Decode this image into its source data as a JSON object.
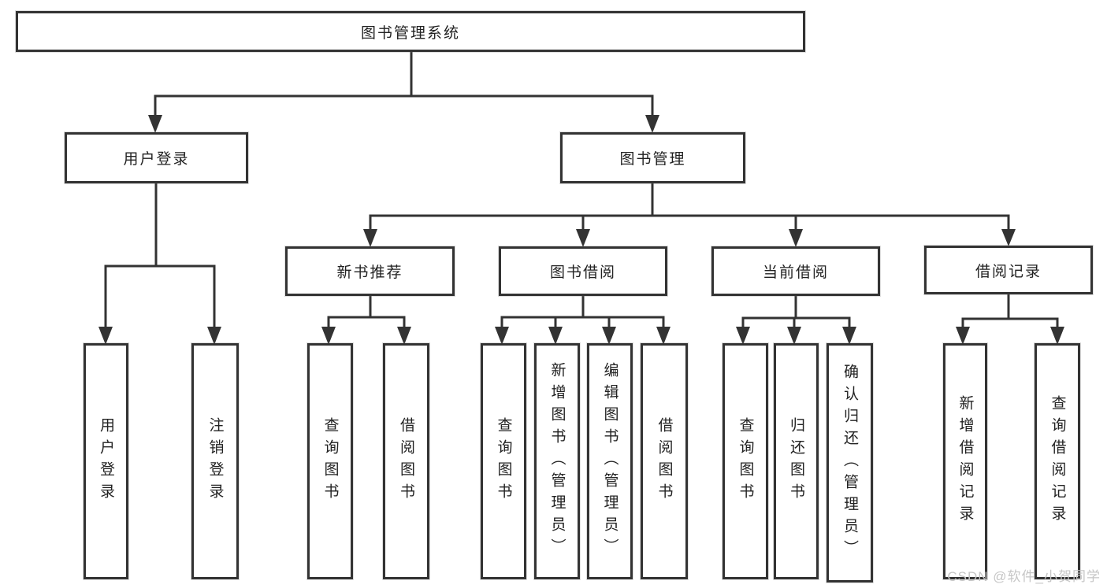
{
  "diagram": {
    "title": "图书管理系统",
    "branches": [
      {
        "label": "用户登录",
        "children": [
          {
            "label": "用户登录"
          },
          {
            "label": "注销登录"
          }
        ]
      },
      {
        "label": "图书管理",
        "children": [
          {
            "label": "新书推荐",
            "children": [
              {
                "label": "查询图书"
              },
              {
                "label": "借阅图书"
              }
            ]
          },
          {
            "label": "图书借阅",
            "children": [
              {
                "label": "查询图书"
              },
              {
                "label": "新增图书（管理员）"
              },
              {
                "label": "编辑图书（管理员）"
              },
              {
                "label": "借阅图书"
              }
            ]
          },
          {
            "label": "当前借阅",
            "children": [
              {
                "label": "查询图书"
              },
              {
                "label": "归还图书"
              },
              {
                "label": "确认归还（管理员）"
              }
            ]
          },
          {
            "label": "借阅记录",
            "children": [
              {
                "label": "新增借阅记录"
              },
              {
                "label": "查询借阅记录"
              }
            ]
          }
        ]
      }
    ]
  },
  "watermark": "CSDN @软件_小贺同学",
  "colors": {
    "line": "#333333",
    "box_border": "#333333",
    "box_bg": "#ffffff",
    "text": "#222222",
    "watermark": "#c6c6c6"
  }
}
